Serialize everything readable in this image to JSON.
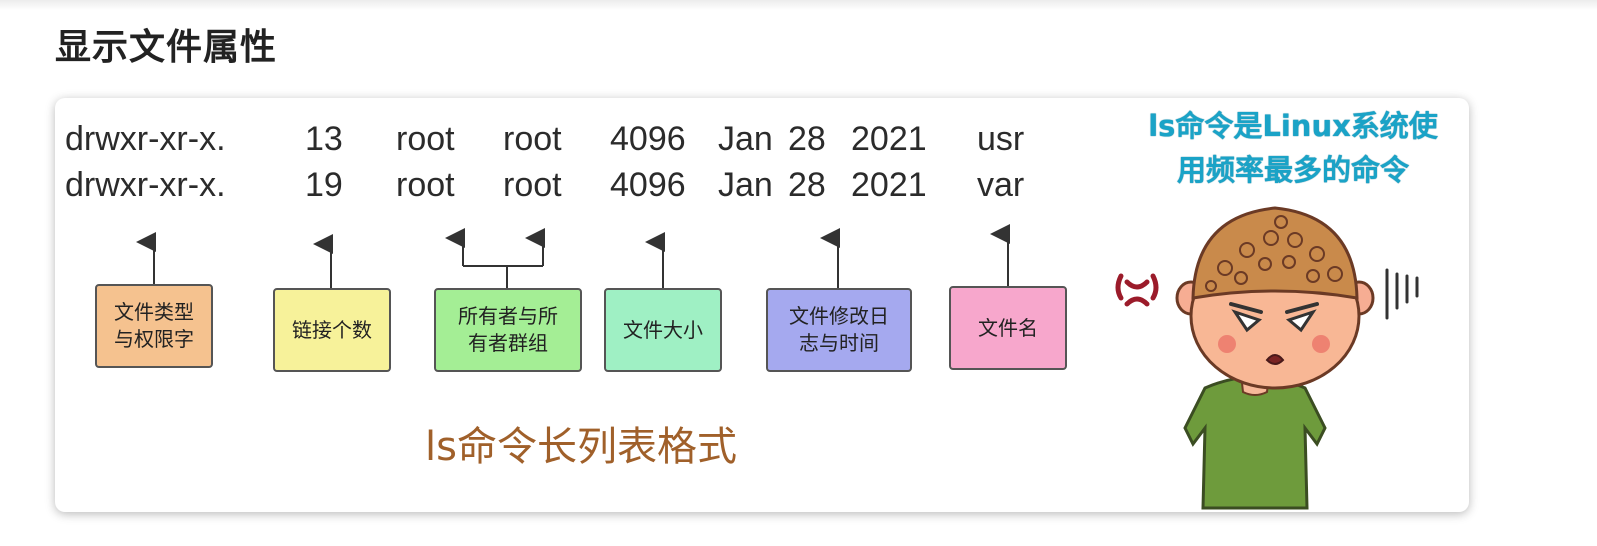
{
  "page": {
    "title": "显示文件属性"
  },
  "listing": {
    "rows": [
      {
        "perms": "drwxr-xr-x.",
        "links": "13",
        "owner": "root",
        "group": "root",
        "size": "4096",
        "month": "Jan",
        "day": "28",
        "year": "2021",
        "name": "usr"
      },
      {
        "perms": "drwxr-xr-x.",
        "links": "19",
        "owner": "root",
        "group": "root",
        "size": "4096",
        "month": "Jan",
        "day": "28",
        "year": "2021",
        "name": "var"
      }
    ]
  },
  "labels": {
    "type_perm_line1": "文件类型",
    "type_perm_line2": "与权限字",
    "link_count": "链接个数",
    "owner_line1": "所有者与所",
    "owner_line2": "有者群组",
    "file_size": "文件大小",
    "mtime_line1": "文件修改日",
    "mtime_line2": "志与时间",
    "file_name": "文件名"
  },
  "caption": "ls命令长列表格式",
  "bubble": {
    "line1": "ls命令是Linux系统使",
    "line2": "用频率最多的命令"
  },
  "colors": {
    "type_perm": "#f5c28f",
    "link_count": "#f7f29a",
    "owner": "#a4ee95",
    "file_size": "#9ff0c4",
    "mtime": "#a5a9ef",
    "file_name": "#f7a7cc",
    "caption": "#a0602a",
    "bubble_text": "#1aa3c7"
  },
  "icons": [
    "anger-mark-icon",
    "frustration-lines-icon",
    "angry-boy-illustration"
  ]
}
